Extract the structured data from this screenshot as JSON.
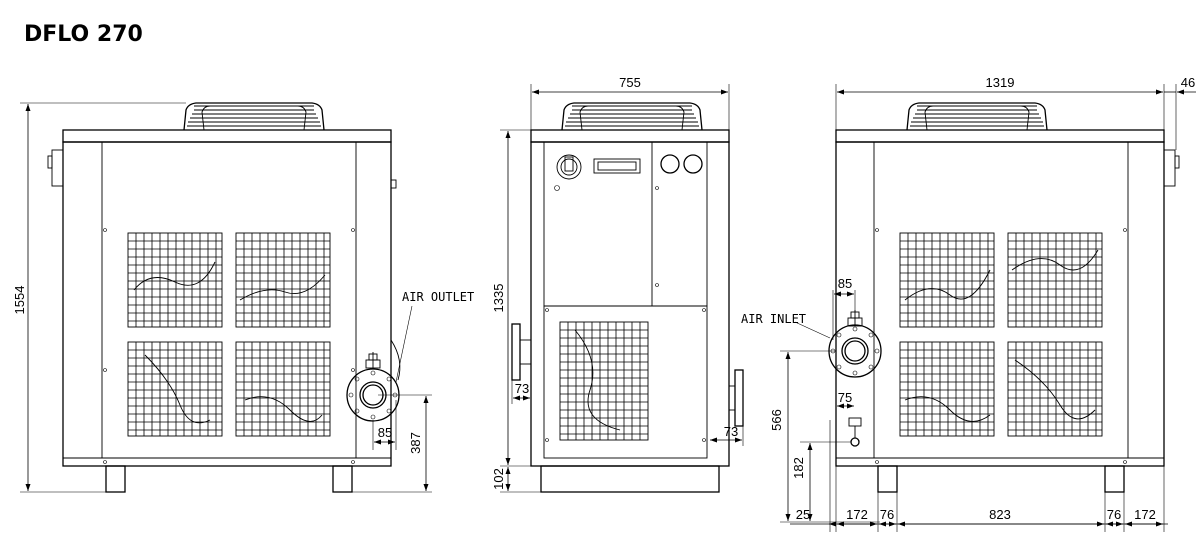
{
  "title": "DFLO 270",
  "labels": {
    "air_outlet": "AIR OUTLET",
    "air_inlet": "AIR INLET"
  },
  "dimensions": {
    "height_total": "1554",
    "width_side": "755",
    "depth_total": "1319",
    "offset_46": "46",
    "side_height": "1335",
    "outlet_85": "85",
    "outlet_387": "387",
    "side_73_left": "73",
    "side_73_right": "73",
    "foot_102": "102",
    "inlet_85": "85",
    "inlet_75": "75",
    "inlet_566": "566",
    "inlet_182": "182",
    "b_25": "25",
    "b_172_left": "172",
    "b_76_left": "76",
    "b_823": "823",
    "b_76_right": "76",
    "b_172_right": "172"
  }
}
